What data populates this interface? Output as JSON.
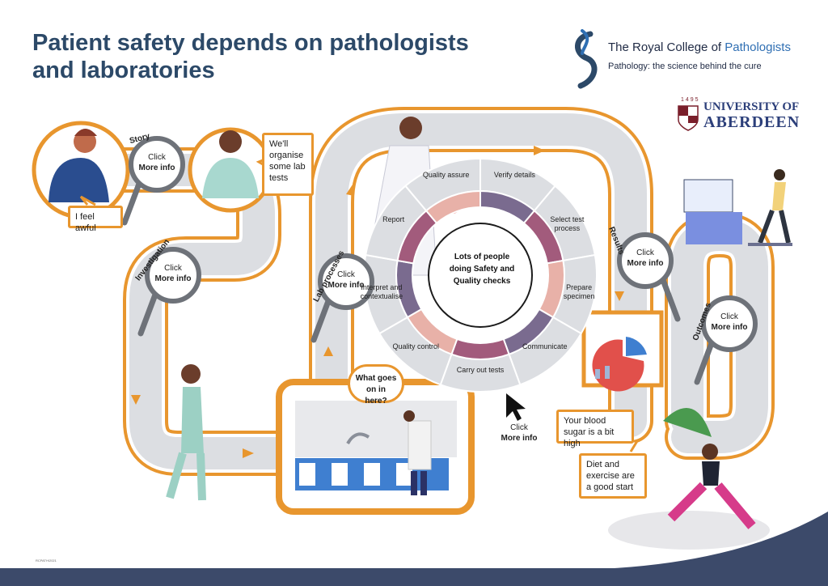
{
  "title": "Patient safety depends on pathologists and laboratories",
  "logos": {
    "rcpath_name_prefix": "The Royal College of ",
    "rcpath_name_highlight": "Pathologists",
    "rcpath_tagline": "Pathology: the science behind the cure",
    "uoa_year": "1495",
    "uoa_line1": "UNIVERSITY OF",
    "uoa_line2": "ABERDEEN"
  },
  "stages": {
    "story": "Story",
    "investigation": "Investigation",
    "lab_processes": "Lab processes",
    "results": "Results",
    "outcomes": "Outcomes"
  },
  "magnifiers": {
    "click": "Click",
    "more_info": "More info"
  },
  "speech": {
    "feel_awful": "I feel awful",
    "lab_tests": "We'll organise some lab tests",
    "what_goes_on": "What goes on in here?",
    "blood_sugar": "Your blood sugar is a bit high",
    "diet": "Diet and exercise are a good start"
  },
  "wheel": {
    "center": "Lots of people doing Safety and Quality checks",
    "segments": [
      "Verify details",
      "Select test process",
      "Prepare specimen",
      "Communicate",
      "Carry out tests",
      "Quality control",
      "Interpret and contextualise",
      "Report",
      "Quality assure"
    ]
  },
  "cursor_link": {
    "click": "Click",
    "more_info": "More info"
  },
  "colors": {
    "title": "#2c4968",
    "road_edge": "#e8962e",
    "road_fill": "#dcdee2",
    "footer": "#3c4a6a",
    "wheel_band": [
      "#7a6b8f",
      "#a25b7c",
      "#e8b1a8"
    ]
  },
  "footer_code": "RCPATH/2021"
}
